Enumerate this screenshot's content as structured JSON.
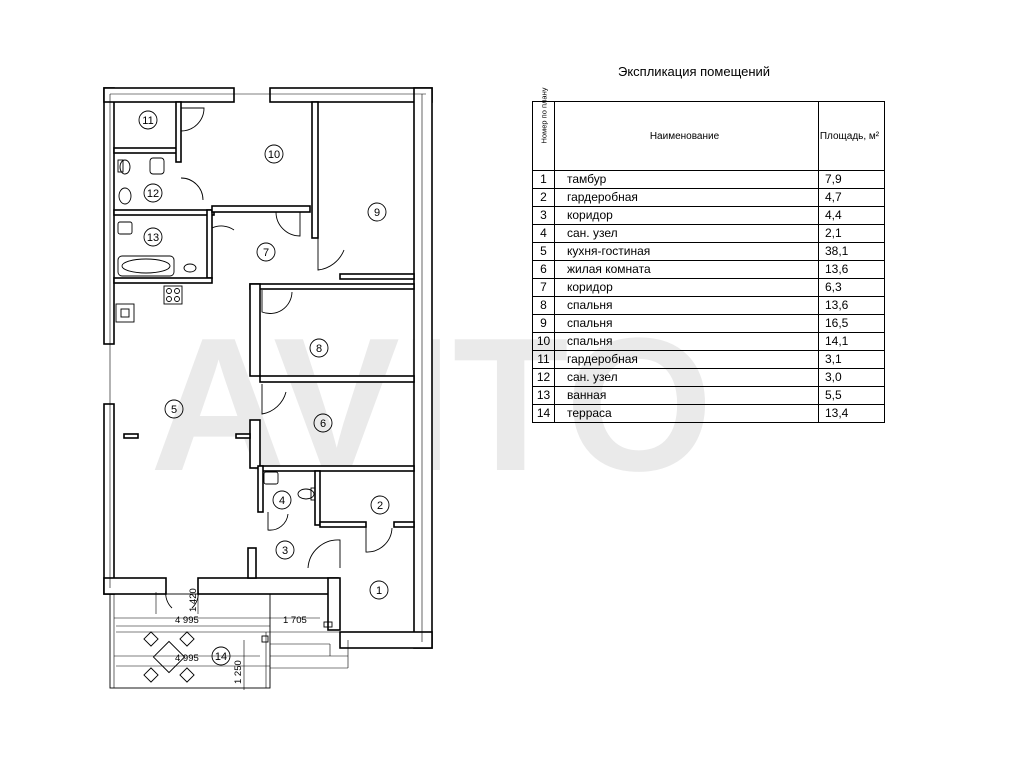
{
  "table": {
    "title": "Экспликация помещений",
    "header": {
      "number": "Номер по плану",
      "name": "Наименование",
      "area": "Площадь, м²"
    },
    "rows": [
      {
        "num": "1",
        "name": "тамбур",
        "area": "7,9"
      },
      {
        "num": "2",
        "name": "гардеробная",
        "area": "4,7"
      },
      {
        "num": "3",
        "name": "коридор",
        "area": "4,4"
      },
      {
        "num": "4",
        "name": "сан. узел",
        "area": "2,1"
      },
      {
        "num": "5",
        "name": " кухня-гостиная",
        "area": "38,1"
      },
      {
        "num": "6",
        "name": "жилая комната",
        "area": "13,6"
      },
      {
        "num": "7",
        "name": "коридор",
        "area": "6,3"
      },
      {
        "num": "8",
        "name": "спальня",
        "area": "13,6"
      },
      {
        "num": "9",
        "name": "спальня",
        "area": "16,5"
      },
      {
        "num": "10",
        "name": "спальня",
        "area": "14,1"
      },
      {
        "num": "11",
        "name": "гардеробная",
        "area": "3,1"
      },
      {
        "num": "12",
        "name": "сан. узел",
        "area": "3,0"
      },
      {
        "num": "13",
        "name": "ванная",
        "area": "5,5"
      },
      {
        "num": "14",
        "name": "терраса",
        "area": "13,4"
      }
    ]
  },
  "plan": {
    "rooms": [
      "1",
      "2",
      "3",
      "4",
      "5",
      "6",
      "7",
      "8",
      "9",
      "10",
      "11",
      "12",
      "13",
      "14"
    ],
    "dimensions": {
      "terrace_width_top": "4 995",
      "terrace_width_right": "1 705",
      "terrace_width_bottom": "4 995",
      "terrace_depth": "1 420",
      "terrace_step": "1 250"
    }
  }
}
